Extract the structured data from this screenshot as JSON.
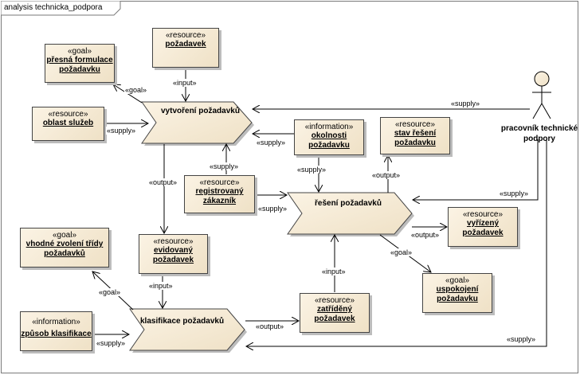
{
  "frame_title": "analysis technicka_podpora",
  "processes": {
    "vytvoreni": "vytvoření  požadavků",
    "reseni": "řešení požadavků",
    "klasifikace": "klasifikace požadavků"
  },
  "elements": {
    "presna_formulace": {
      "stereotype": "«goal»",
      "name": "přesná formulace\npožadavku"
    },
    "pozadavek": {
      "stereotype": "«resource»",
      "name": "požadavek"
    },
    "oblast_sluzeb": {
      "stereotype": "«resource»",
      "name": "oblast služeb"
    },
    "okolnosti": {
      "stereotype": "«information»",
      "name": "okolnosti\npožadavku"
    },
    "stav_reseni": {
      "stereotype": "«resource»",
      "name": "stav řešení\npožadavku"
    },
    "registrovany": {
      "stereotype": "«resource»",
      "name": "registrovaný\nzákazník"
    },
    "vyrizeny": {
      "stereotype": "«resource»",
      "name": "vyřízený\npožadavek"
    },
    "vhodne_zvoleni": {
      "stereotype": "«goal»",
      "name": "vhodné zvolení třídy\npožadavků"
    },
    "evidovany": {
      "stereotype": "«resource»",
      "name": "evidovaný\npožadavek"
    },
    "uspokojeni": {
      "stereotype": "«goal»",
      "name": "uspokojení\npožadavku"
    },
    "zpusob": {
      "stereotype": "«information»",
      "name": "způsob klasifikace"
    },
    "zatrideny": {
      "stereotype": "«resource»",
      "name": "zatříděný\npožadavek"
    }
  },
  "actor": {
    "name": "pracovník technické\npodpory"
  },
  "edge_labels": {
    "goal": "«goal»",
    "input": "«input»",
    "supply": "«supply»",
    "output": "«output»"
  }
}
